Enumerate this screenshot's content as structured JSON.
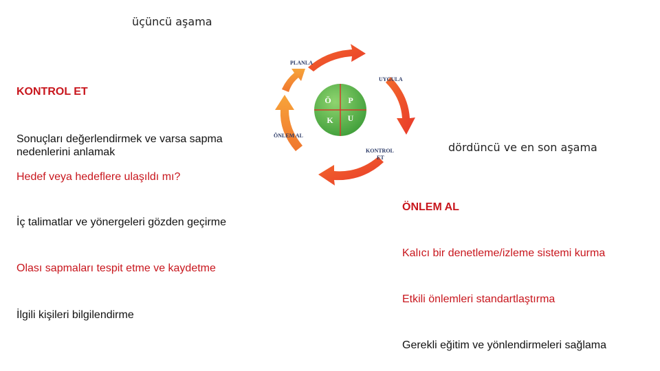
{
  "colors": {
    "red": "#c8161d",
    "green": "#4cae4c",
    "arrow": "#e8382b",
    "arrow_light": "#f7a43a"
  },
  "left": {
    "stage_title": "üçüncü aşama",
    "heading": "KONTROL  ET",
    "items": [
      "Sonuçları değerlendirmek ve varsa sapma nedenlerini anlamak",
      "Hedef veya hedeflere ulaşıldı mı?",
      "İç talimatlar ve yönergeleri gözden geçirme",
      "Olası sapmaları tespit etme ve kaydetme",
      "İlgili kişileri bilgilendirme"
    ]
  },
  "right": {
    "stage_title": "dördüncü ve en son aşama",
    "heading": "ÖNLEM AL",
    "items": [
      "Kalıcı bir denetleme/izleme sistemi kurma",
      "Etkili önlemleri standartlaştırma",
      "Gerekli eğitim ve yönlendirmeleri sağlama"
    ]
  },
  "cycle": {
    "labels": {
      "plan": "PLANLA",
      "do": "UYGULA",
      "check_line1": "KONTROL",
      "check_line2": "ET",
      "act": "ÖNLEM AL"
    },
    "center": {
      "tl": "Ö",
      "tr": "P",
      "bl": "K",
      "br": "U"
    }
  }
}
